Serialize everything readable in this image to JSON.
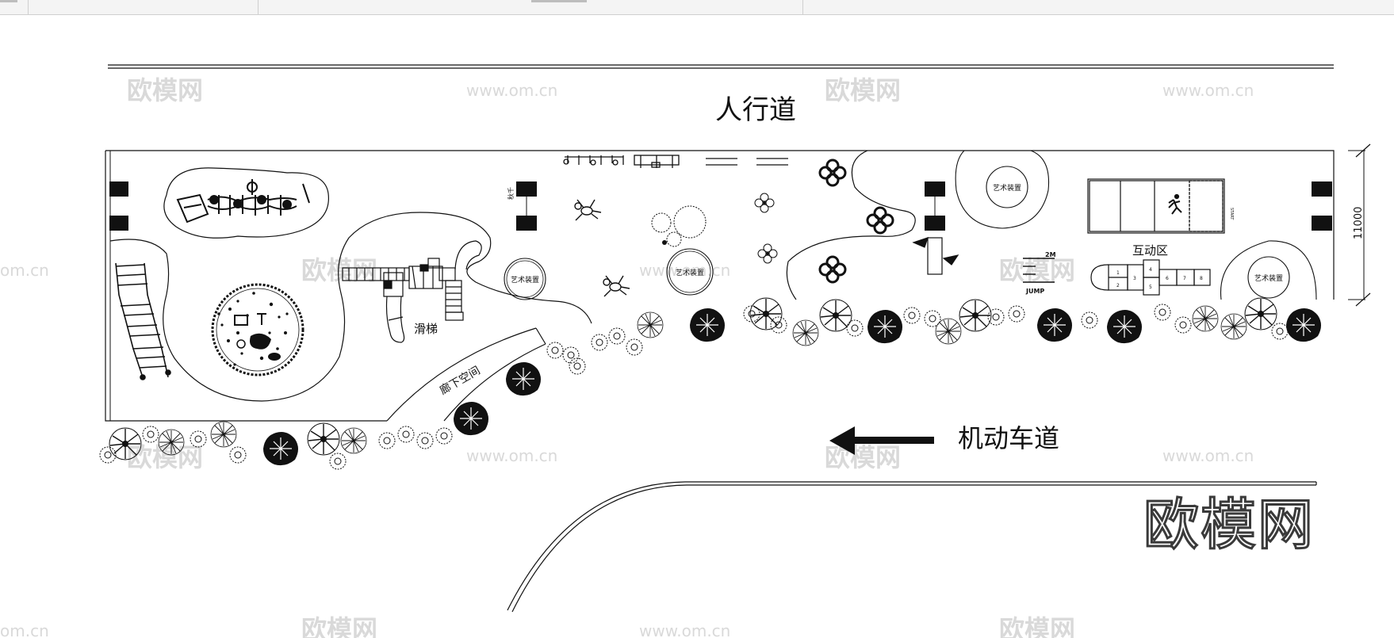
{
  "labels": {
    "sidewalk": "人行道",
    "motorway": "机动车道",
    "slide": "滑梯",
    "interactive_zone": "互动区",
    "under_corridor": "廊下空间",
    "art_installation": "艺术装置",
    "swing": "秋千",
    "dimension": "11000",
    "hop_small": "2M",
    "jump": "JUMP",
    "start": "START",
    "hop_numbers": [
      "1",
      "2",
      "3",
      "4",
      "5",
      "6",
      "7",
      "8"
    ]
  },
  "watermark": {
    "brand": "欧模网",
    "url": "www.om.cn",
    "url_partial": "om.cn"
  },
  "colors": {
    "line": "#111111",
    "watermark": "#d9d9d9",
    "brand_logo": "#3a3a3a"
  }
}
